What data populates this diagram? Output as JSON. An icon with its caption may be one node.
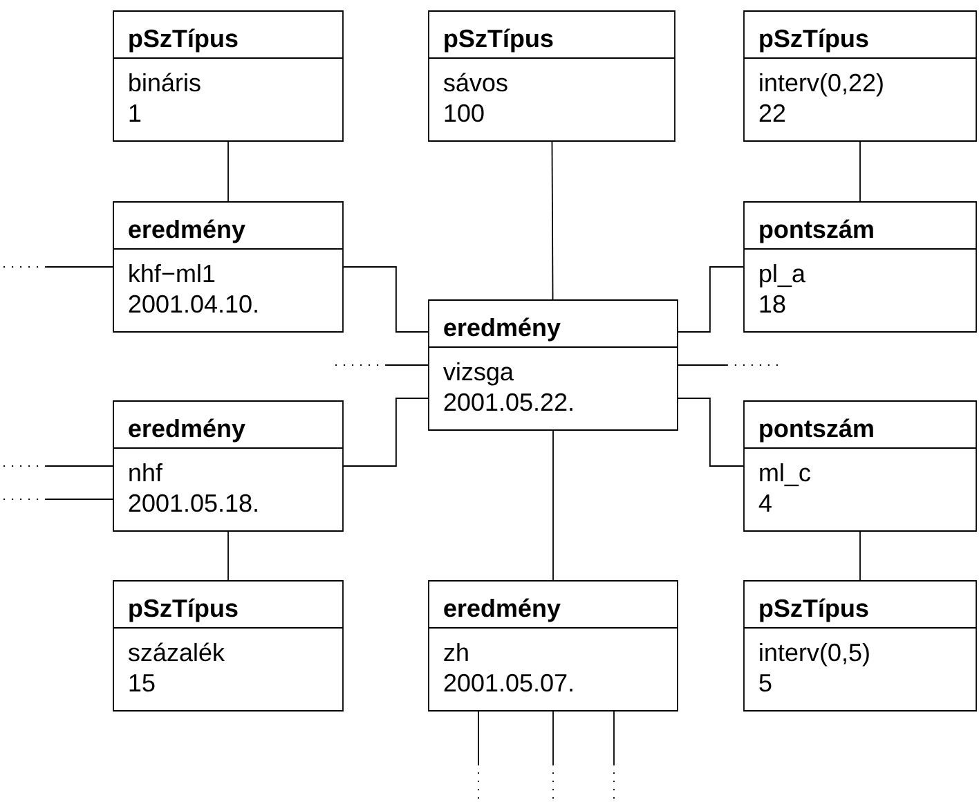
{
  "diagram": {
    "nodes": [
      {
        "text": [
          "pSzTípus",
          "bináris",
          "1"
        ]
      },
      {
        "text": [
          "pSzTípus",
          "sávos",
          "100"
        ]
      },
      {
        "text": [
          "pSzTípus",
          "interv(0,22)",
          "22"
        ]
      },
      {
        "text": [
          "eredmény",
          "khf−ml1",
          "2001.04.10."
        ]
      },
      {
        "text": [
          "pontszám",
          "pl_a",
          "18"
        ]
      },
      {
        "text": [
          "eredmény",
          "vizsga",
          "2001.05.22."
        ]
      },
      {
        "text": [
          "eredmény",
          "nhf",
          "2001.05.18."
        ]
      },
      {
        "text": [
          "pontszám",
          "ml_c",
          "4"
        ]
      },
      {
        "text": [
          "pSzTípus",
          "százalék",
          "15"
        ]
      },
      {
        "text": [
          "eredmény",
          "zh",
          "2001.05.07."
        ]
      },
      {
        "text": [
          "pSzTípus",
          "interv(0,5)",
          "5"
        ]
      }
    ],
    "edges": [
      {
        "from": 0,
        "to": 3,
        "arrow": "none"
      },
      {
        "from": 1,
        "to": 5,
        "arrow": "none"
      },
      {
        "from": 2,
        "to": 4,
        "arrow": "none"
      },
      {
        "from": 3,
        "to": 5,
        "arrow": "none"
      },
      {
        "from": 5,
        "to": 4,
        "arrow": "none"
      },
      {
        "from": 6,
        "to": 5,
        "arrow": "none"
      },
      {
        "from": 5,
        "to": 7,
        "arrow": "none"
      },
      {
        "from": 6,
        "to": 8,
        "arrow": "none"
      },
      {
        "from": 5,
        "to": 9,
        "arrow": "none"
      },
      {
        "from": 7,
        "to": 10,
        "arrow": "none"
      },
      {
        "from": 3,
        "to": null,
        "arrow": "none"
      },
      {
        "from": 5,
        "to": null,
        "arrow": "none"
      },
      {
        "from": 5,
        "to": null,
        "arrow": "none"
      },
      {
        "from": 6,
        "to": null,
        "arrow": "none"
      },
      {
        "from": 6,
        "to": null,
        "arrow": "none"
      },
      {
        "from": 9,
        "to": null,
        "arrow": "none"
      },
      {
        "from": 9,
        "to": null,
        "arrow": "none"
      },
      {
        "from": 9,
        "to": null,
        "arrow": "none"
      }
    ]
  }
}
